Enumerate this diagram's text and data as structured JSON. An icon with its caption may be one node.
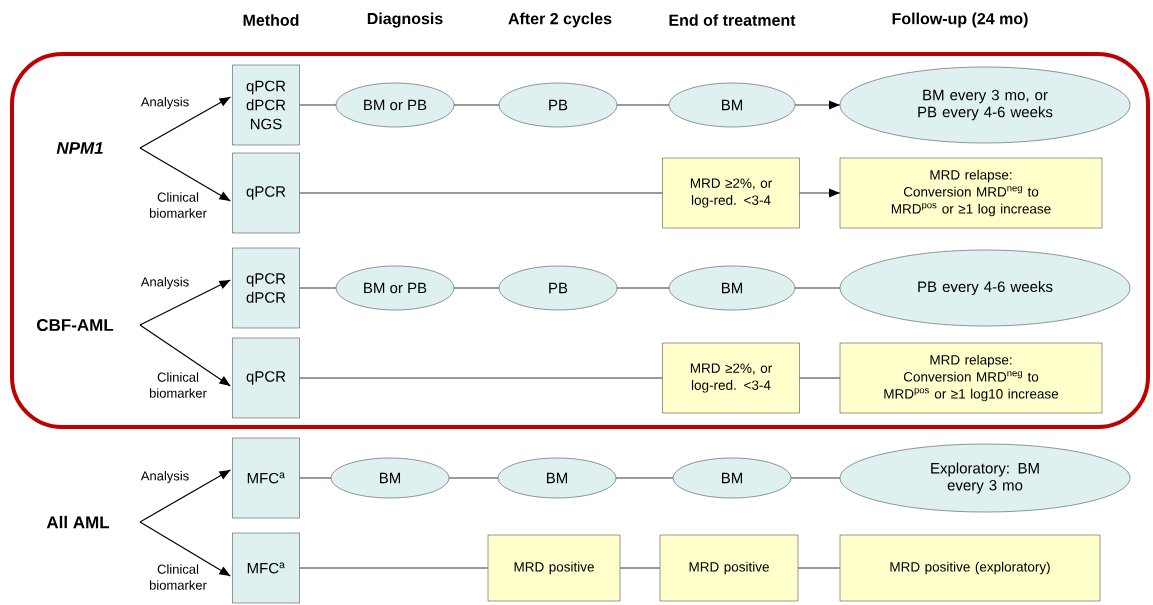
{
  "diagram": {
    "nodes": [
      {
        "text": [
          "NPM1"
        ]
      },
      {
        "text": [
          "qPCR dPCR NGS"
        ]
      },
      {
        "text": [
          "BM or PB"
        ]
      },
      {
        "text": [
          "PB"
        ]
      },
      {
        "text": [
          "BM"
        ]
      },
      {
        "text": [
          "BM every 3 mo, or PB every 4-6 weeks"
        ]
      },
      {
        "text": [
          "qPCR"
        ]
      },
      {
        "text": [
          "MRD ≥2%, or log-red. <3-4"
        ]
      },
      {
        "text": [
          "MRD relapse:",
          "Conversion MRD$^{neg}$ to MRD$^{pos}$ or ≥1 log increase"
        ]
      },
      {
        "text": [
          "CBF-AML"
        ]
      },
      {
        "text": [
          "qPCR dPCR"
        ]
      },
      {
        "text": [
          "BM or PB"
        ]
      },
      {
        "text": [
          "PB"
        ]
      },
      {
        "text": [
          "BM"
        ]
      },
      {
        "text": [
          "PB every 4-6 weeks"
        ]
      },
      {
        "text": [
          "qPCR"
        ]
      },
      {
        "text": [
          "MRD ≥2%, or log-red. <3-4"
        ]
      },
      {
        "text": [
          "MRD relapse:",
          "Conversion MRD$^{neg}$ to MRD$^{pos}$ or ≥1 log10 increase"
        ]
      },
      {
        "text": [
          "All AML"
        ]
      },
      {
        "text": [
          "MFC$^{a}$"
        ]
      },
      {
        "text": [
          "BM"
        ]
      },
      {
        "text": [
          "BM"
        ]
      },
      {
        "text": [
          "BM"
        ]
      },
      {
        "text": [
          "Exploratory: BM every 3 mo"
        ]
      },
      {
        "text": [
          "MFC$^{a}$"
        ]
      },
      {
        "text": [
          "MRD positive"
        ]
      },
      {
        "text": [
          "MRD positive"
        ]
      },
      {
        "text": [
          "MRD positive (exploratory)"
        ]
      }
    ],
    "edges": [
      {
        "from": 0,
        "to": 1,
        "arrow": "to",
        "label": "Analysis"
      },
      {
        "from": 0,
        "to": 6,
        "arrow": "to",
        "label": "Clinical biomarker"
      },
      {
        "from": 1,
        "to": 2,
        "arrow": "none"
      },
      {
        "from": 2,
        "to": 3,
        "arrow": "none"
      },
      {
        "from": 3,
        "to": 4,
        "arrow": "none"
      },
      {
        "from": 4,
        "to": 5,
        "arrow": "to"
      },
      {
        "from": 6,
        "to": 7,
        "arrow": "none"
      },
      {
        "from": 7,
        "to": 8,
        "arrow": "to"
      },
      {
        "from": 9,
        "to": 10,
        "arrow": "to",
        "label": "Analysis"
      },
      {
        "from": 9,
        "to": 15,
        "arrow": "to",
        "label": "Clinical biomarker"
      },
      {
        "from": 10,
        "to": 11,
        "arrow": "none"
      },
      {
        "from": 11,
        "to": 12,
        "arrow": "none"
      },
      {
        "from": 12,
        "to": 13,
        "arrow": "none"
      },
      {
        "from": 13,
        "to": 14,
        "arrow": "none"
      },
      {
        "from": 15,
        "to": 16,
        "arrow": "none"
      },
      {
        "from": 16,
        "to": 17,
        "arrow": "none"
      },
      {
        "from": 18,
        "to": 19,
        "arrow": "to",
        "label": "Analysis"
      },
      {
        "from": 18,
        "to": 24,
        "arrow": "to",
        "label": "Clinical biomarker"
      },
      {
        "from": 19,
        "to": 20,
        "arrow": "none"
      },
      {
        "from": 20,
        "to": 21,
        "arrow": "none"
      },
      {
        "from": 21,
        "to": 22,
        "arrow": "none"
      },
      {
        "from": 22,
        "to": 23,
        "arrow": "none"
      },
      {
        "from": 24,
        "to": 25,
        "arrow": "none"
      },
      {
        "from": 25,
        "to": 26,
        "arrow": "none"
      },
      {
        "from": 26,
        "to": 27,
        "arrow": "none"
      }
    ],
    "labels": [
      "Method",
      "Diagnosis",
      "After 2 cycles",
      "End of treatment",
      "Follow-up (24 mo)"
    ]
  }
}
